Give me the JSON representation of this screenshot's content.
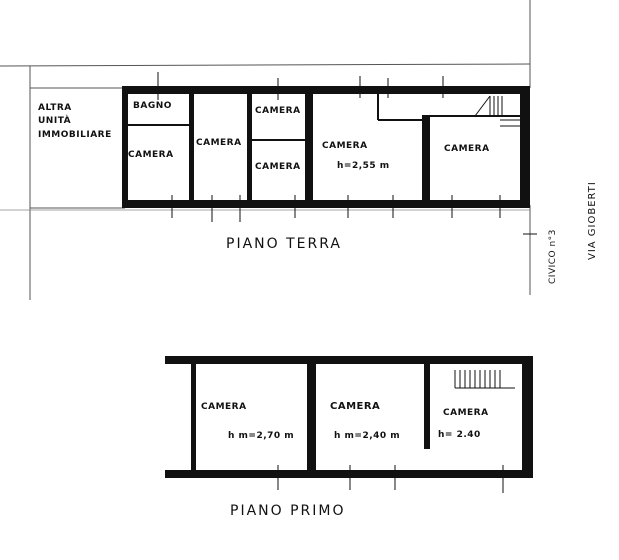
{
  "ground_floor": {
    "title": "PIANO TERRA",
    "other_unit": [
      "ALTRA",
      "UNITÀ",
      "IMMOBILIARE"
    ],
    "rooms": [
      {
        "name": "BAGNO"
      },
      {
        "name": "CAMERA"
      },
      {
        "name": "CAMERA"
      },
      {
        "name": "CAMERA"
      },
      {
        "name": "CAMERA"
      },
      {
        "name": "CAMERA",
        "height": "h=2,55 m"
      },
      {
        "name": "CAMERA"
      }
    ]
  },
  "first_floor": {
    "title": "PIANO PRIMO",
    "rooms": [
      {
        "name": "CAMERA",
        "height": "h m=2,70 m"
      },
      {
        "name": "CAMERA",
        "height": "h m=2,40 m"
      },
      {
        "name": "CAMERA",
        "height": "h= 2.40"
      }
    ]
  },
  "street": {
    "name": "VIA GIOBERTI",
    "civic": "CIVICO n°3"
  },
  "colors": {
    "wall": "#111111",
    "line": "#444444",
    "bg": "#ffffff"
  }
}
